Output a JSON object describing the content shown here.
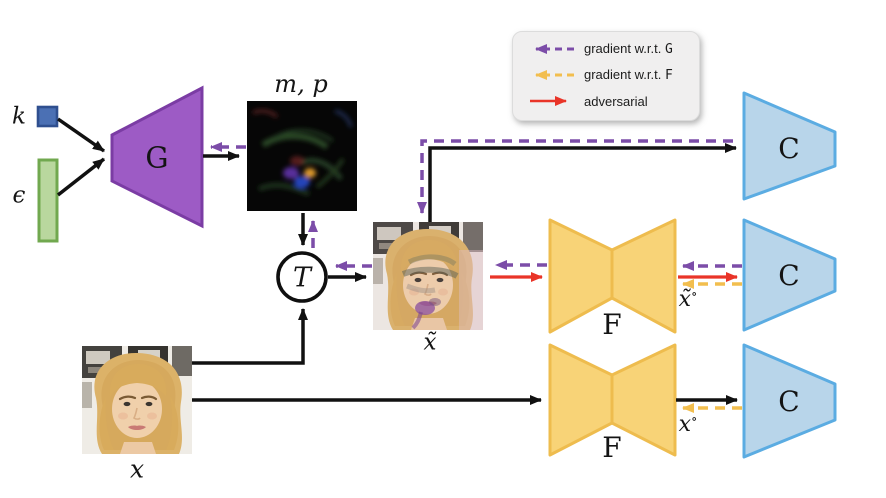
{
  "figure": {
    "type": "pipeline-diagram",
    "description_visible_only": true
  },
  "nodes": {
    "key_label": "k",
    "epsilon_label": "ϵ",
    "generator_label": "G",
    "map_label": "m, p",
    "transform_label": "T",
    "x_tilde_label": "x̃",
    "x_label": "x",
    "feature_extractor_label": "F",
    "classifier_label": "C",
    "output_superscript": "∘"
  },
  "legend": {
    "items": [
      {
        "prefix": "gradient w.r.t.",
        "symbol": "G",
        "style": "purple-dashed-left"
      },
      {
        "prefix": "gradient w.r.t.",
        "symbol": "F",
        "style": "yellow-dashed-left"
      },
      {
        "prefix": "adversarial",
        "symbol": "",
        "style": "red-solid-right"
      }
    ]
  },
  "edges": [
    {
      "from": "k",
      "to": "G",
      "style": "black-solid"
    },
    {
      "from": "epsilon",
      "to": "G",
      "style": "black-solid"
    },
    {
      "from": "G",
      "to": "map",
      "style": "black-solid"
    },
    {
      "from": "map",
      "to": "G",
      "style": "purple-dashed"
    },
    {
      "from": "map",
      "to": "T",
      "style": "black-solid"
    },
    {
      "from": "T",
      "to": "map",
      "style": "purple-dashed"
    },
    {
      "from": "T",
      "to": "x-tilde",
      "style": "black-solid"
    },
    {
      "from": "x-tilde",
      "to": "T",
      "style": "purple-dashed"
    },
    {
      "from": "x",
      "to": "T",
      "style": "black-solid"
    },
    {
      "from": "x",
      "to": "F-bottom",
      "style": "black-solid"
    },
    {
      "from": "x-tilde",
      "to": "C-top",
      "style": "black-solid"
    },
    {
      "from": "C-top",
      "to": "x-tilde",
      "style": "purple-dashed"
    },
    {
      "from": "x-tilde",
      "to": "F-middle",
      "style": "red-solid"
    },
    {
      "from": "F-middle",
      "to": "x-tilde",
      "style": "purple-dashed"
    },
    {
      "from": "F-middle",
      "to": "C-middle",
      "style": "red-solid"
    },
    {
      "from": "C-middle",
      "to": "F-middle",
      "style": "purple-dashed"
    },
    {
      "from": "C-middle",
      "to": "F-middle",
      "style": "yellow-dashed"
    },
    {
      "from": "F-bottom",
      "to": "C-bottom",
      "style": "black-solid"
    },
    {
      "from": "C-bottom",
      "to": "F-bottom",
      "style": "yellow-dashed"
    }
  ],
  "colors": {
    "generator_fill": "#9d5bc5",
    "generator_stroke": "#7b3ca4",
    "classifier_fill": "#b8d5ea",
    "classifier_stroke": "#5bace2",
    "feature_fill": "#f8d377",
    "feature_stroke": "#eebc4e",
    "key_fill": "#4b70b4",
    "key_stroke": "#2f4f8f",
    "epsilon_fill": "#b9d79e",
    "epsilon_stroke": "#71a84f",
    "arrow_black": "#111111",
    "arrow_purple": "#7c4da8",
    "arrow_yellow": "#f2be4e",
    "arrow_red": "#e93428",
    "legend_bg": "#f0efef"
  }
}
